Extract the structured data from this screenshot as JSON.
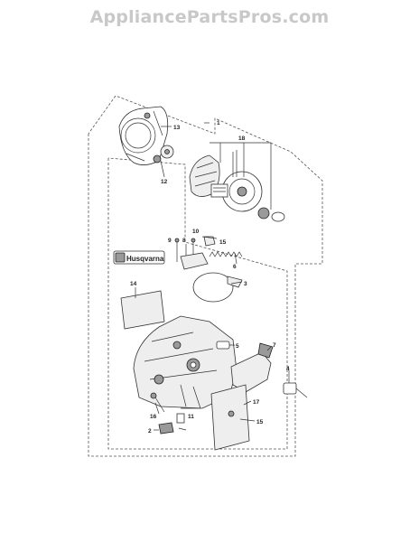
{
  "watermark": "AppliancePartsPros.com",
  "brand_label": "Husqvarna",
  "callouts": {
    "c1": "1",
    "c13": "13",
    "c12": "12",
    "c18": "18",
    "c9": "9",
    "c8": "8",
    "c10": "10",
    "c15a": "15",
    "c6": "6",
    "c3": "3",
    "c14": "14",
    "c5": "5",
    "c7": "7",
    "c4": "4",
    "c17": "17",
    "c16": "16",
    "c11": "11",
    "c2": "2",
    "c15b": "15"
  },
  "colors": {
    "watermark": "#c8c8c8",
    "line": "#333333"
  }
}
